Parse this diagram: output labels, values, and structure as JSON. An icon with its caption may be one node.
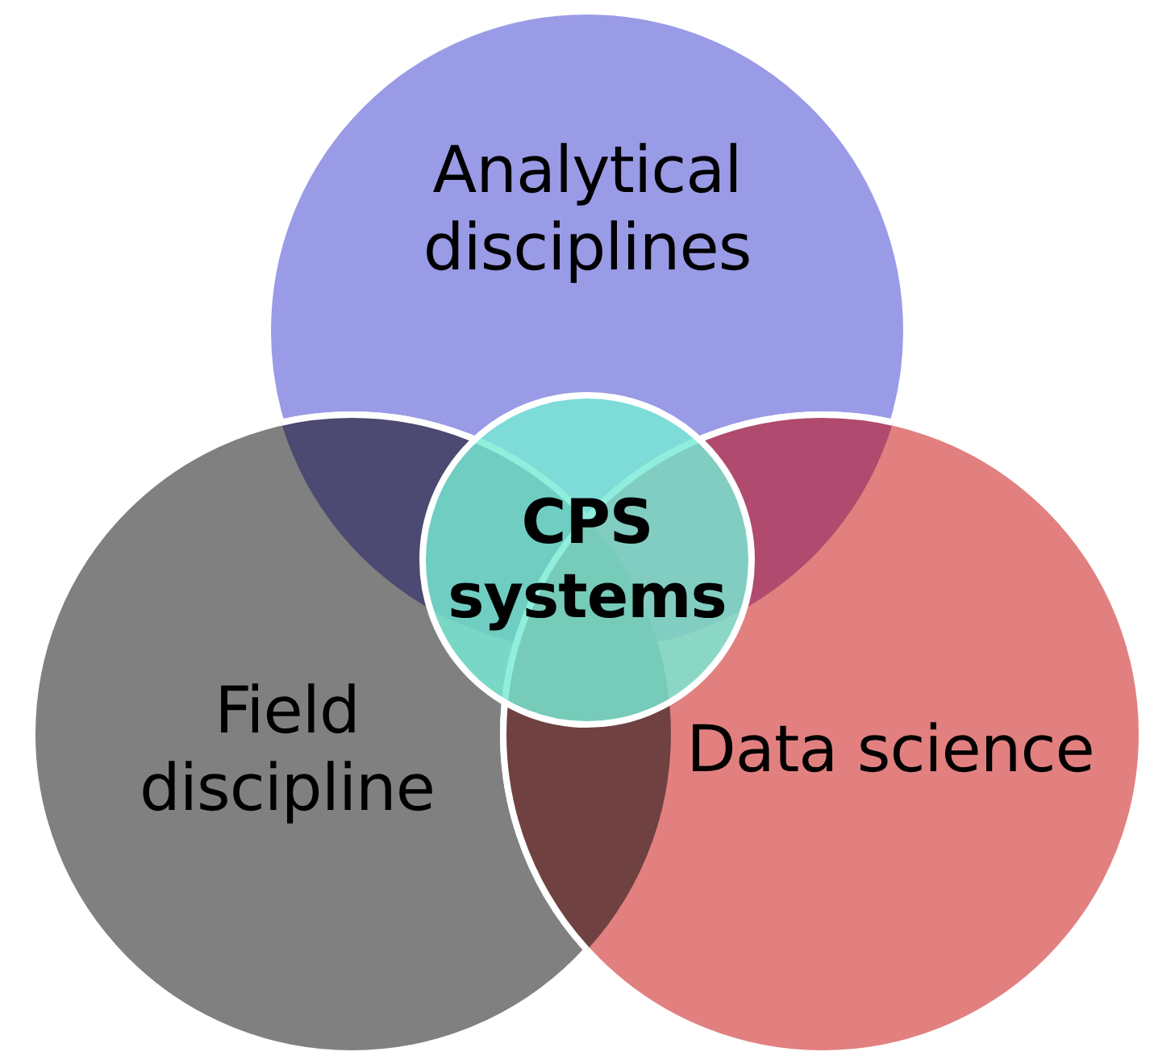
{
  "diagram": {
    "nodes": [
      {
        "text": [
          "Analytical disciplines"
        ]
      },
      {
        "text": [
          "Field discipline"
        ]
      },
      {
        "text": [
          "Data science"
        ]
      },
      {
        "text": [
          "CPS systems"
        ]
      }
    ]
  }
}
